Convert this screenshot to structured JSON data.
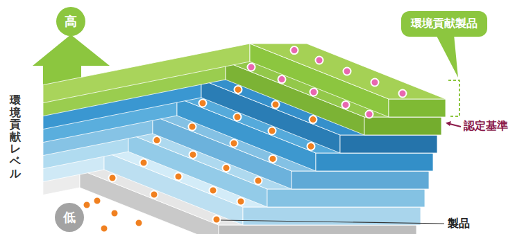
{
  "diagram": {
    "nodes": [
      {
        "text": [
          "高"
        ]
      },
      {
        "text": [
          "環境貢献製品"
        ]
      },
      {
        "text": [
          "低"
        ]
      }
    ],
    "labels": [
      "環境貢献レベル",
      "認定基準",
      "製品"
    ]
  }
}
